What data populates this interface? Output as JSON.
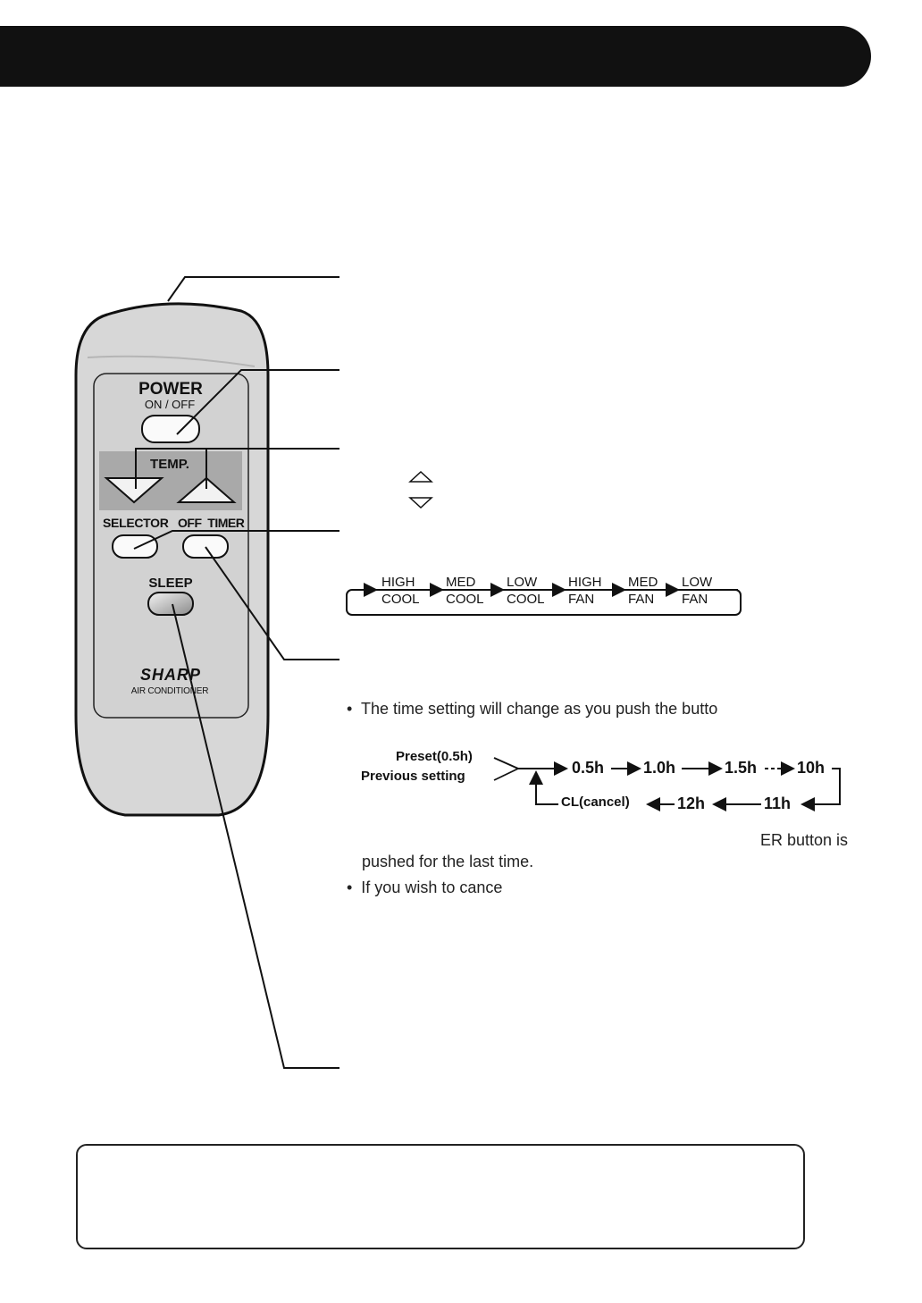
{
  "remote": {
    "power_label": "POWER",
    "power_sub": "ON / OFF",
    "temp_label": "TEMP.",
    "selector_label": "SELECTOR",
    "off_timer_label": "OFF  TIMER",
    "sleep_label": "SLEEP",
    "brand": "SHARP",
    "product": "AIR CONDITIONER"
  },
  "mode_cycle": [
    {
      "line1": "HIGH",
      "line2": "COOL"
    },
    {
      "line1": "MED",
      "line2": "COOL"
    },
    {
      "line1": "LOW",
      "line2": "COOL"
    },
    {
      "line1": "HIGH",
      "line2": "FAN"
    },
    {
      "line1": "MED",
      "line2": "FAN"
    },
    {
      "line1": "LOW",
      "line2": "FAN"
    }
  ],
  "timer": {
    "bullet1": "•  The time setting will change as you push the butto",
    "preset": "Preset(0.5h)",
    "previous": "Previous setting",
    "steps_top": [
      "0.5h",
      "1.0h",
      "1.5h",
      "10h"
    ],
    "steps_bottom": [
      "CL(cancel)",
      "12h",
      "11h"
    ],
    "partial_right": "ER button is",
    "pushed_last": "pushed for the last time.",
    "bullet2": "•  If you wish to cance"
  }
}
